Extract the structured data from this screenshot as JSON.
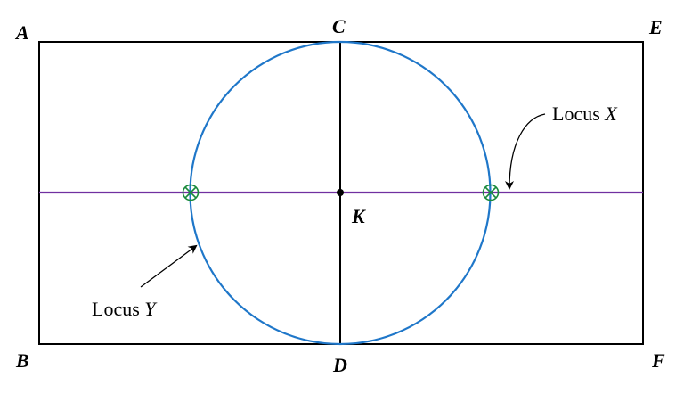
{
  "points": {
    "A": "A",
    "B": "B",
    "C": "C",
    "D": "D",
    "E": "E",
    "F": "F",
    "K": "K"
  },
  "labels": {
    "locus_x_word": "Locus",
    "locus_x_var": "X",
    "locus_y_word": "Locus",
    "locus_y_var": "Y"
  },
  "colors": {
    "rectangle": "#000000",
    "circle": "#1f77c9",
    "locus_x_line": "#7030a0",
    "intersection_marker": "#1a8a3c",
    "diameter": "#000000"
  }
}
